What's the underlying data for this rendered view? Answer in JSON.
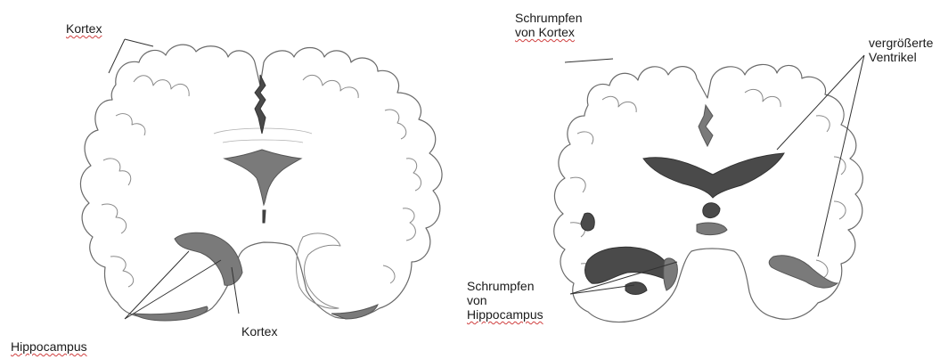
{
  "left_brain": {
    "label_cortex_top": "Kortex",
    "label_cortex_bottom": "Kortex",
    "label_hippocampus": "Hippocampus"
  },
  "right_brain": {
    "label_cortex_shrink": [
      "Schrumpfen",
      "von Kortex"
    ],
    "label_ventricles": [
      "vergrößerte",
      "Ventrikel"
    ],
    "label_hippocampus_shrink": [
      "Schrumpfen",
      "von",
      "Hippocampus"
    ]
  }
}
